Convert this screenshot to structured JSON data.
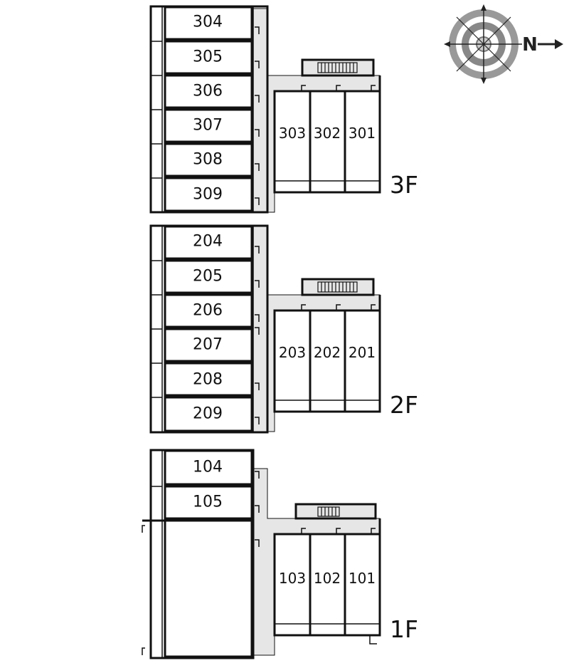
{
  "compass": {
    "north_label": "N",
    "icon": "compass-rose-icon"
  },
  "floors": [
    {
      "label": "3F",
      "west_units": [
        "304",
        "305",
        "306",
        "307",
        "308",
        "309"
      ],
      "east_units": [
        "303",
        "302",
        "301"
      ]
    },
    {
      "label": "2F",
      "west_units": [
        "204",
        "205",
        "206",
        "207",
        "208",
        "209"
      ],
      "east_units": [
        "203",
        "202",
        "201"
      ]
    },
    {
      "label": "1F",
      "west_units": [
        "104",
        "105"
      ],
      "east_units": [
        "103",
        "102",
        "101"
      ]
    }
  ]
}
